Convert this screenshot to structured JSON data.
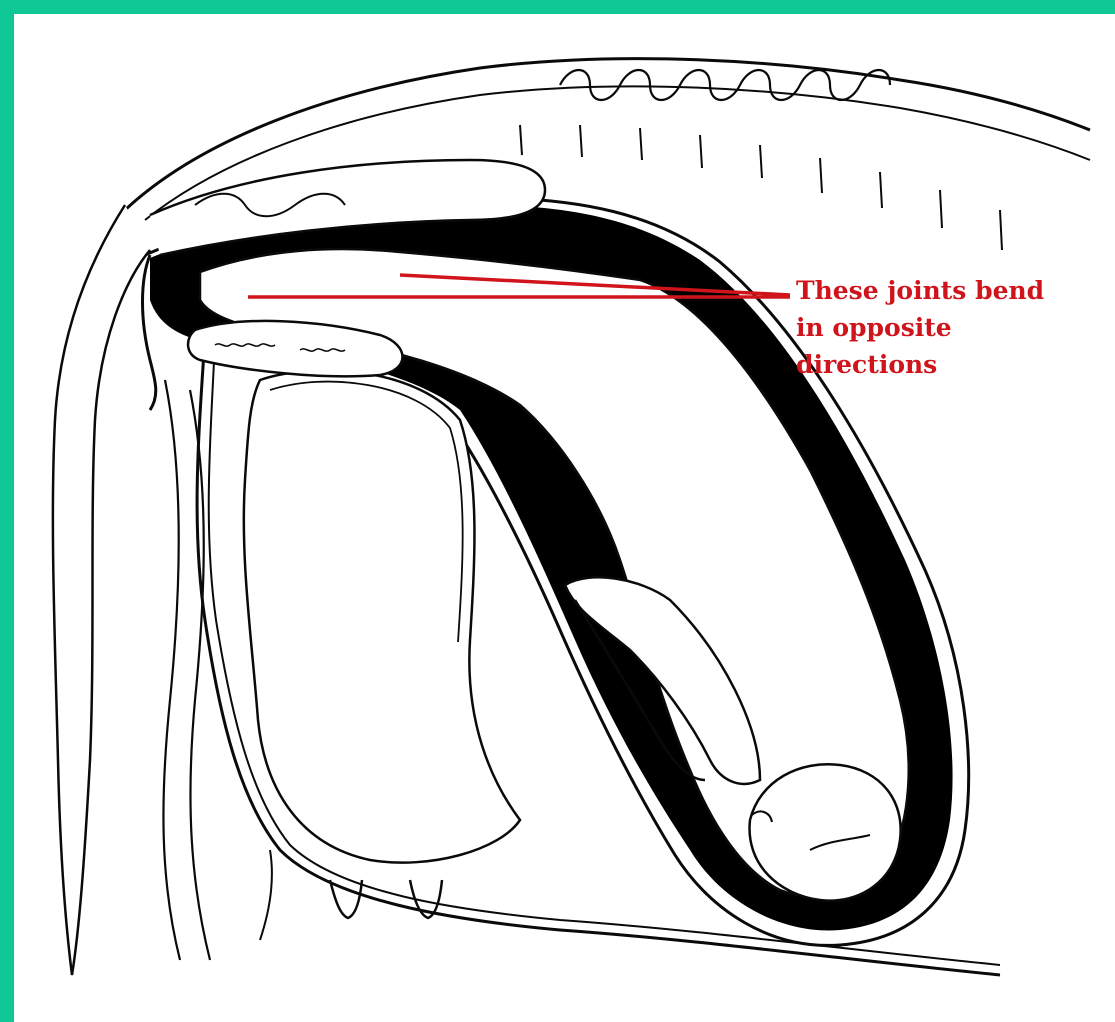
{
  "colors": {
    "frame": "#10c896",
    "ink": "#0a0a0a",
    "fluid": "#000000",
    "annotation": "#d0141c",
    "background": "#ffffff"
  },
  "annotation": {
    "lines": [
      "These joints bend",
      "in opposite",
      "directions"
    ]
  }
}
